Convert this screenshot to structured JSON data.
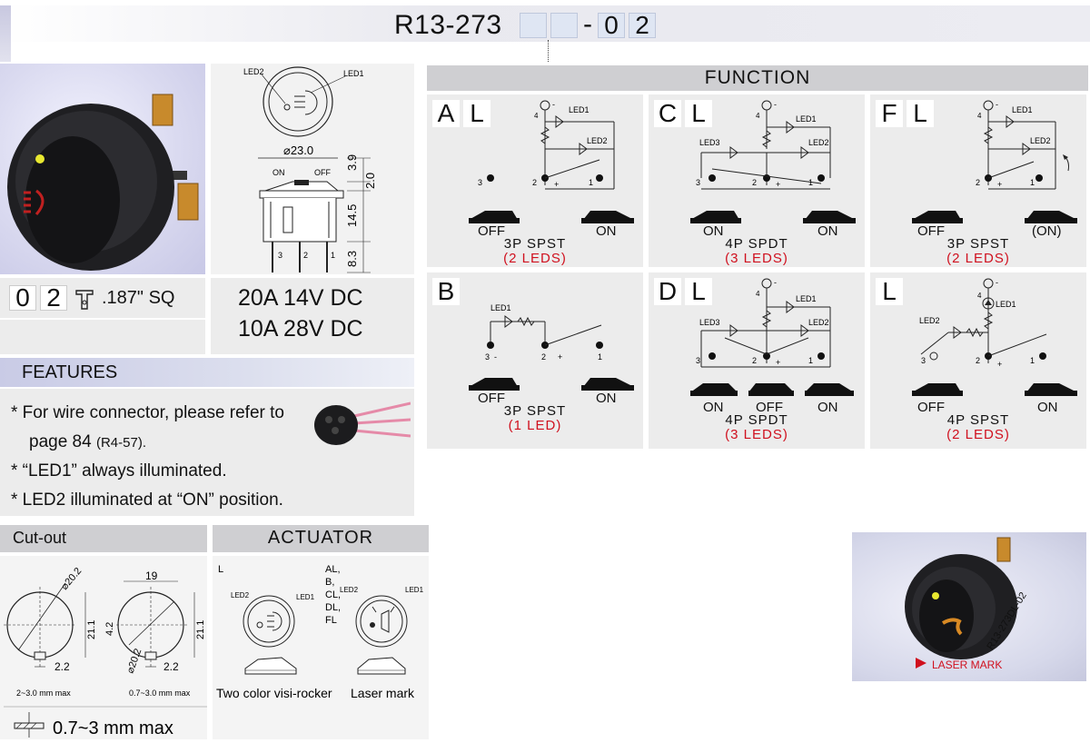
{
  "title": {
    "prefix": "R13-273",
    "box1": "",
    "box2": "",
    "dash": "-",
    "code1": "0",
    "code2": "2"
  },
  "drawing": {
    "led1": "LED1",
    "led2": "LED2",
    "diameter": "⌀23.0",
    "on": "ON",
    "off": "OFF",
    "dim_39": "3.9",
    "dim_20": "2.0",
    "dim_145": "14.5",
    "dim_83": "8.3",
    "pin3": "3",
    "pin2": "2",
    "pin1": "1"
  },
  "terminal": {
    "code1": "0",
    "code2": "2",
    "label": ".187\" SQ"
  },
  "ratings": [
    "20A 14V DC",
    "10A 28V DC"
  ],
  "features": {
    "heading": "FEATURES",
    "items": [
      "*  For wire connector, please refer to",
      "page 84",
      "(R4-57).",
      "* “LED1” always illuminated.",
      "*  LED2 illuminated at “ON” position."
    ]
  },
  "cutout": {
    "heading": "Cut-out",
    "d1": "⌀20.2",
    "h1": "21.1",
    "w1": "2.2",
    "note1": "2~3.0 mm max",
    "w19": "19",
    "d42": "4.2",
    "d2": "⌀20.2",
    "h2": "21.1",
    "w2": "2.2",
    "note2": "0.7~3.0 mm max",
    "thickness": "0.7~3 mm max"
  },
  "actuator": {
    "heading": "ACTUATOR",
    "code_left": "L",
    "codes_right": [
      "AL,",
      "B,",
      "CL,",
      "DL,",
      "FL"
    ],
    "led2": "LED2",
    "led1": "LED1",
    "caption_left": "Two color visi-rocker",
    "caption_right": "Laser mark"
  },
  "function": {
    "heading": "FUNCTION",
    "cells": [
      {
        "l1": "A",
        "l2": "L",
        "name": "3P SPST",
        "sub": "(2 LEDS)",
        "pos": [
          "OFF",
          "ON"
        ],
        "labels": [
          "LED1",
          "LED2",
          "4",
          "3",
          "2",
          "1",
          "-",
          "+"
        ]
      },
      {
        "l1": "C",
        "l2": "L",
        "name": "4P SPDT",
        "sub": "(3 LEDS)",
        "pos": [
          "ON",
          "ON"
        ],
        "labels": [
          "LED1",
          "LED2",
          "LED3",
          "4",
          "3",
          "2",
          "1",
          "-",
          "+"
        ]
      },
      {
        "l1": "F",
        "l2": "L",
        "name": "3P SPST",
        "sub": "(2 LEDS)",
        "pos": [
          "OFF",
          "(ON)"
        ],
        "labels": [
          "LED1",
          "LED2",
          "4",
          "2",
          "1",
          "-",
          "+"
        ]
      },
      {
        "l1": "B",
        "l2": "",
        "name": "3P SPST",
        "sub": "(1 LED)",
        "pos": [
          "OFF",
          "ON"
        ],
        "labels": [
          "LED1",
          "3",
          "2",
          "1",
          "-",
          "+"
        ]
      },
      {
        "l1": "D",
        "l2": "L",
        "name": "4P SPDT",
        "sub": "(3 LEDS)",
        "pos": [
          "ON",
          "OFF",
          "ON"
        ],
        "labels": [
          "LED1",
          "LED2",
          "LED3",
          "4",
          "3",
          "2",
          "1",
          "-",
          "+"
        ]
      },
      {
        "l1": "L",
        "l2": "",
        "name": "4P SPST",
        "sub": "(2 LEDS)",
        "pos": [
          "OFF",
          "ON"
        ],
        "labels": [
          "LED1",
          "LED2",
          "4",
          "3",
          "2",
          "1",
          "-",
          "+"
        ]
      }
    ]
  },
  "laser": {
    "part": "R13-273DL-02",
    "label": "LASER MARK"
  },
  "colors": {
    "accent_red": "#d0101e",
    "panel_gray": "#ececec",
    "header_gray": "#cfcfd2",
    "code_box": "#dfe6f3"
  }
}
